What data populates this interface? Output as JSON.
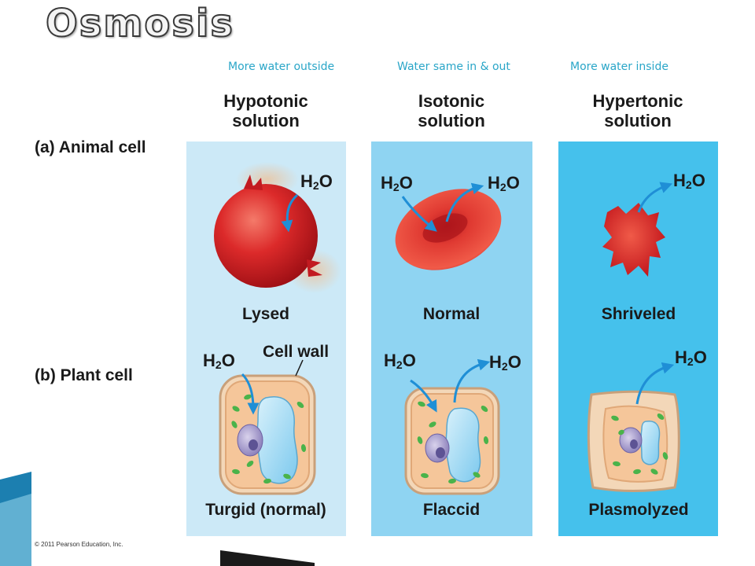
{
  "title": "Osmosis",
  "notes": {
    "hypotonic": "More water outside",
    "isotonic": "Water same in & out",
    "hypertonic": "More water inside"
  },
  "columns": [
    {
      "line1": "Hypotonic",
      "line2": "solution",
      "animal_state": "Lysed",
      "plant_state": "Turgid (normal)"
    },
    {
      "line1": "Isotonic",
      "line2": "solution",
      "animal_state": "Normal",
      "plant_state": "Flaccid"
    },
    {
      "line1": "Hypertonic",
      "line2": "solution",
      "animal_state": "Shriveled",
      "plant_state": "Plasmolyzed"
    }
  ],
  "rows": {
    "animal": "(a) Animal cell",
    "plant": "(b) Plant cell"
  },
  "labels": {
    "water_h": "H",
    "water_sub": "2",
    "water_o": "O",
    "cell_wall": "Cell wall"
  },
  "copyright": "© 2011 Pearson Education, Inc.",
  "colors": {
    "hypotonic_bg": "#cce9f7",
    "isotonic_bg": "#8fd4f2",
    "hypertonic_bg": "#45c1ec",
    "note_text": "#2aa6c8",
    "cell_red": "#d8202a",
    "arrow_blue": "#1f8fd6"
  }
}
